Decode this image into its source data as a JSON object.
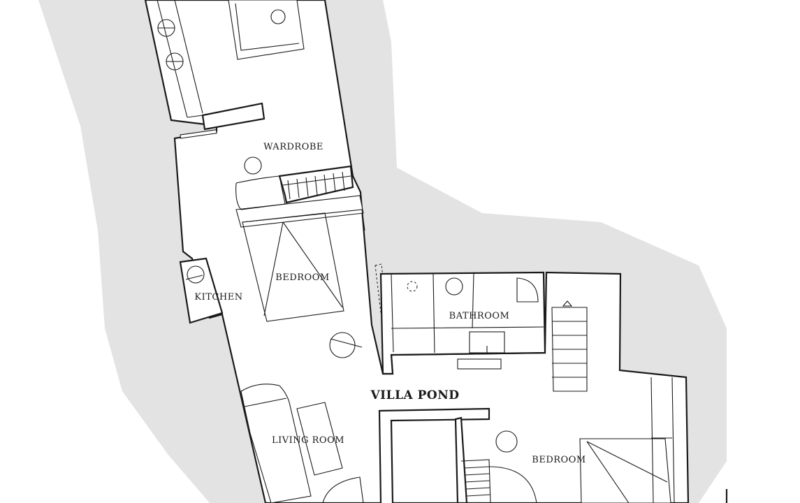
{
  "plan": {
    "title": "VILLA POND",
    "rooms": {
      "wardrobe": "WARDROBE",
      "bedroom_upper": "BEDROOM",
      "kitchen": "KITCHEN",
      "bathroom": "BATHROOM",
      "living_room": "LIVING ROOM",
      "bedroom_lower": "BEDROOM"
    }
  },
  "colors": {
    "surround": "#e3e3e3",
    "walls": "#1a1a1a",
    "floor": "#ffffff"
  }
}
